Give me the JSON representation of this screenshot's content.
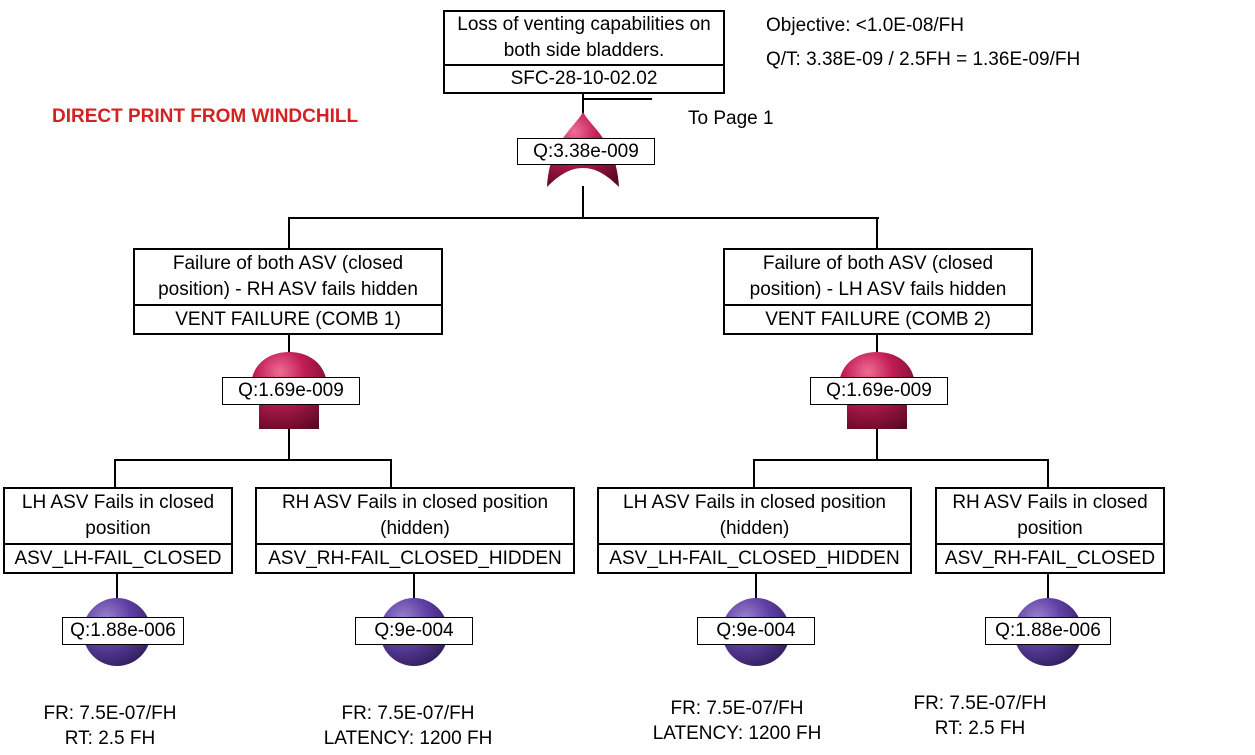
{
  "page": {
    "watermark": "DIRECT PRINT FROM WINDCHILL",
    "objective": {
      "line1": "Objective: <1.0E-08/FH",
      "line2": "Q/T: 3.38E-09 / 2.5FH = 1.36E-09/FH"
    },
    "transfer_label": "To Page 1"
  },
  "colors": {
    "gate_crimson": "#c11d55",
    "basic_event_purple": "#5f41a5",
    "watermark_red": "#d42222",
    "line": "#000000",
    "background": "#ffffff"
  },
  "tree": {
    "top_event": {
      "description": "Loss of venting capabilities on both side bladders.",
      "name": "SFC-28-10-02.02",
      "gate_type": "OR",
      "q_label": "Q:3.38e-009"
    },
    "branches": [
      {
        "description": "Failure of both ASV (closed position) - RH ASV fails hidden",
        "name": "VENT FAILURE (COMB 1)",
        "gate_type": "AND",
        "q_label": "Q:1.69e-009"
      },
      {
        "description": "Failure of both ASV (closed position) - LH ASV fails hidden",
        "name": "VENT FAILURE (COMB 2)",
        "gate_type": "AND",
        "q_label": "Q:1.69e-009"
      }
    ],
    "basic_events": [
      {
        "description": "LH ASV Fails in closed position",
        "name": "ASV_LH-FAIL_CLOSED",
        "symbol": "basic-event-sphere",
        "q_label": "Q:1.88e-006",
        "fr": "FR: 7.5E-07/FH",
        "time": "RT: 2.5 FH"
      },
      {
        "description": "RH ASV Fails in closed position (hidden)",
        "name": "ASV_RH-FAIL_CLOSED_HIDDEN",
        "symbol": "basic-event-sphere",
        "q_label": "Q:9e-004",
        "fr": "FR: 7.5E-07/FH",
        "time": "LATENCY: 1200 FH"
      },
      {
        "description": "LH ASV Fails in closed position (hidden)",
        "name": "ASV_LH-FAIL_CLOSED_HIDDEN",
        "symbol": "basic-event-sphere",
        "q_label": "Q:9e-004",
        "fr": "FR: 7.5E-07/FH",
        "time": "LATENCY: 1200 FH"
      },
      {
        "description": "RH ASV Fails in closed position",
        "name": "ASV_RH-FAIL_CLOSED",
        "symbol": "basic-event-sphere",
        "q_label": "Q:1.88e-006",
        "fr": "FR: 7.5E-07/FH",
        "time": "RT: 2.5 FH"
      }
    ]
  }
}
